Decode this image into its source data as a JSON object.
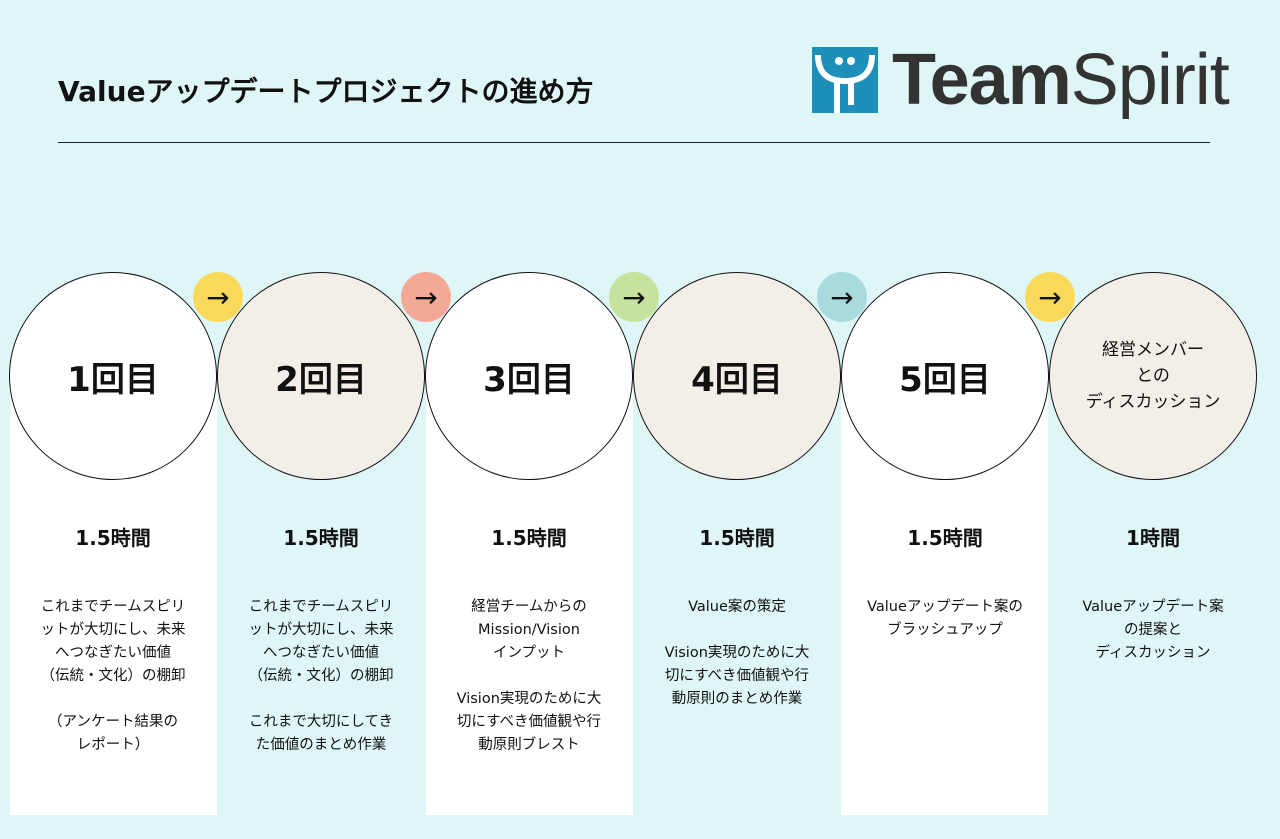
{
  "title": "Valueアップデートプロジェクトの進め方",
  "logo": {
    "text_bold": "Team",
    "text_light": "Spirit"
  },
  "colors": {
    "background": "#dff6f7",
    "beige": "#f3efe8",
    "arrows": [
      "#f9d95a",
      "#f4a997",
      "#c6e29c",
      "#a9dadd",
      "#f9d95a"
    ]
  },
  "arrow_icon": "→",
  "steps": [
    {
      "label": "1回目",
      "time": "1.5時間",
      "desc": "これまでチームスピリ\nットが大切にし、未来\nへつなぎたい価値\n（伝統・文化）の棚卸\n\n（アンケート結果の\nレポート）"
    },
    {
      "label": "2回目",
      "time": "1.5時間",
      "desc": "これまでチームスピリ\nットが大切にし、未来\nへつなぎたい価値\n（伝統・文化）の棚卸\n\nこれまで大切にしてき\nた価値のまとめ作業"
    },
    {
      "label": "3回目",
      "time": "1.5時間",
      "desc": "経営チームからの\nMission/Vision\nインプット\n\nVision実現のために大\n切にすべき価値観や行\n動原則ブレスト"
    },
    {
      "label": "4回目",
      "time": "1.5時間",
      "desc": "Value案の策定\n\nVision実現のために大\n切にすべき価値観や行\n動原則のまとめ作業"
    },
    {
      "label": "5回目",
      "time": "1.5時間",
      "desc": "Valueアップデート案の\nブラッシュアップ"
    },
    {
      "label": "経営メンバー\nとの\nディスカッション",
      "time": "1時間",
      "desc": "Valueアップデート案\nの提案と\nディスカッション"
    }
  ]
}
